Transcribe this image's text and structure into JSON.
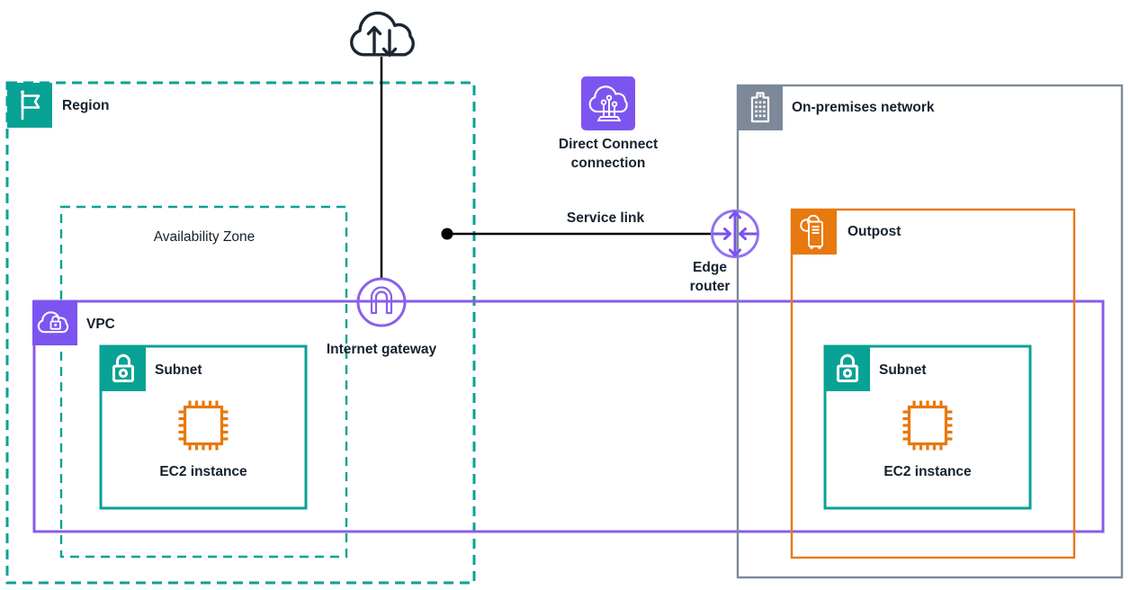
{
  "diagram": {
    "internet": {
      "icon": "cloud-up-down-arrows-icon"
    },
    "region": {
      "label": "Region",
      "icon": "flag-icon"
    },
    "availability_zone": {
      "label": "Availability Zone"
    },
    "vpc": {
      "label": "VPC",
      "icon": "cloud-lock-icon"
    },
    "subnet_region": {
      "label": "Subnet",
      "icon": "lock-icon"
    },
    "ec2_region": {
      "label": "EC2 instance",
      "icon": "processor-chip-icon"
    },
    "internet_gateway": {
      "label": "Internet gateway",
      "icon": "gateway-arch-icon"
    },
    "direct_connect": {
      "label_line1": "Direct Connect",
      "label_line2": "connection",
      "icon": "cloud-circuit-icon"
    },
    "service_link": {
      "label": "Service link"
    },
    "edge_router": {
      "label_line1": "Edge",
      "label_line2": "router",
      "icon": "router-arrows-icon"
    },
    "on_premises": {
      "label": "On-premises network",
      "icon": "building-icon"
    },
    "outpost": {
      "label": "Outpost",
      "icon": "outpost-rack-icon"
    },
    "subnet_outpost": {
      "label": "Subnet",
      "icon": "lock-icon"
    },
    "ec2_outpost": {
      "label": "EC2 instance",
      "icon": "processor-chip-icon"
    }
  },
  "colors": {
    "teal": "#08A295",
    "purple_border": "#8A5BE8",
    "purple_icon": "#7C55F0",
    "purple_router": "#9171F2",
    "orange": "#E8790F",
    "gray": "#7D8998",
    "ink": "#1B2733",
    "text": "#16212E",
    "background": "#FFFFFF",
    "connector": "#000000"
  }
}
